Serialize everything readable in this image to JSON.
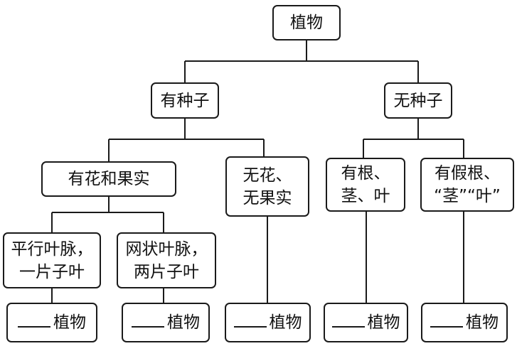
{
  "root": {
    "label": "植物"
  },
  "level1": {
    "seed": {
      "label": "有种子"
    },
    "noseed": {
      "label": "无种子"
    }
  },
  "level2": {
    "flower_fruit": {
      "label": "有花和果实"
    },
    "no_flower": {
      "line1": "无花、",
      "line2": "无果实"
    },
    "root_stem_leaf": {
      "line1": "有根、",
      "line2": "茎、叶"
    },
    "fake_root": {
      "line1": "有假根、",
      "line2": "“茎”“叶”"
    }
  },
  "level3": {
    "parallel": {
      "line1": "平行叶脉，",
      "line2": "一片子叶"
    },
    "net": {
      "line1": "网状叶脉，",
      "line2": "两片子叶"
    }
  },
  "answers": {
    "suffix": "植物",
    "items": [
      "植物",
      "植物",
      "植物",
      "植物",
      "植物"
    ]
  }
}
